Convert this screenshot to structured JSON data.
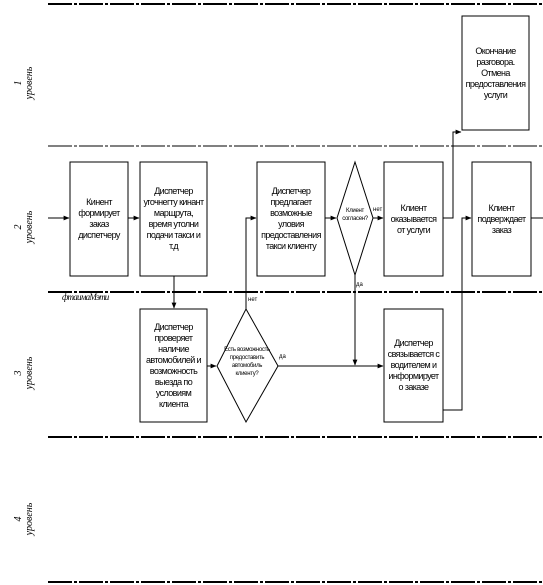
{
  "levels": [
    {
      "num": "1",
      "word": "уровень"
    },
    {
      "num": "2",
      "word": "уровень"
    },
    {
      "num": "3",
      "word": "уровень"
    },
    {
      "num": "4",
      "word": "уровень"
    }
  ],
  "zone_label": "фтаимаМэти",
  "boxes": {
    "b1": "Кинент формирует заказ диспетчеру",
    "b2": "Диспетчер угочнегту кинант марщрута, время утолни подачи такси и т.д",
    "b3": "Диспетчер предлагает возможные уловия предоставления такси клиенту",
    "b4": "Клиент оказывается от услуги",
    "b5": "Клиент подверждает заказ",
    "b6": "Окончание разговора. Отмена предоставления услуги",
    "b7": "Диспетчер проверяет наличие автомобилей и возможность выезда по условиям клиента",
    "b8": "Диспетчер связывается с водителем и информирует о заказе"
  },
  "decisions": {
    "d1": "Клиент согласен?",
    "d2": "Есть возможность предоставить автомобиль клиенту?"
  },
  "edge_labels": {
    "d1_no": "нет",
    "d1_yes": "да",
    "d2_no": "нет",
    "d2_yes": "да"
  }
}
